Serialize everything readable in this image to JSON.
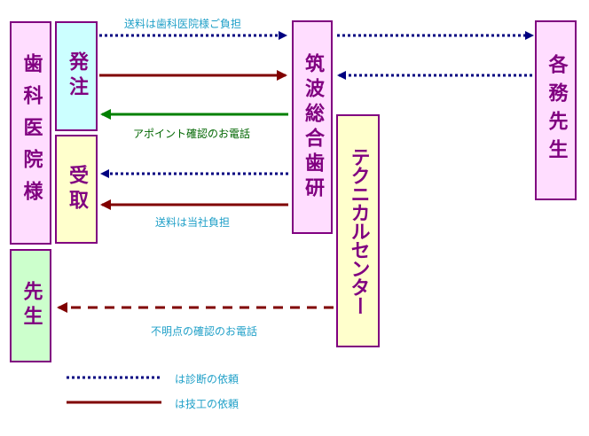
{
  "boxes": {
    "dental_clinic": "歯科医院様",
    "order": "発注",
    "receive": "受取",
    "doctor": "先生",
    "tsukuba": "筑波総合歯研",
    "tech_center": "テクニカルセンター",
    "each_doctor": "各務先生"
  },
  "captions": {
    "shipping_clinic": "送料は歯科医院様ご負担",
    "appointment_call": "アポイント確認のお電話",
    "shipping_company": "送料は当社負担",
    "unclear_call": "不明点の確認のお電話"
  },
  "legend": {
    "diagnosis": "は診断の依頼",
    "technical": "は技工の依頼"
  },
  "colors": {
    "blue": "#000080",
    "maroon": "#800000",
    "green": "#008000",
    "pink_fill": "#ffddff",
    "cyan_fill": "#ccffff",
    "yellow_fill": "#ffffcc",
    "green_fill": "#ccffcc",
    "border": "#800080"
  }
}
